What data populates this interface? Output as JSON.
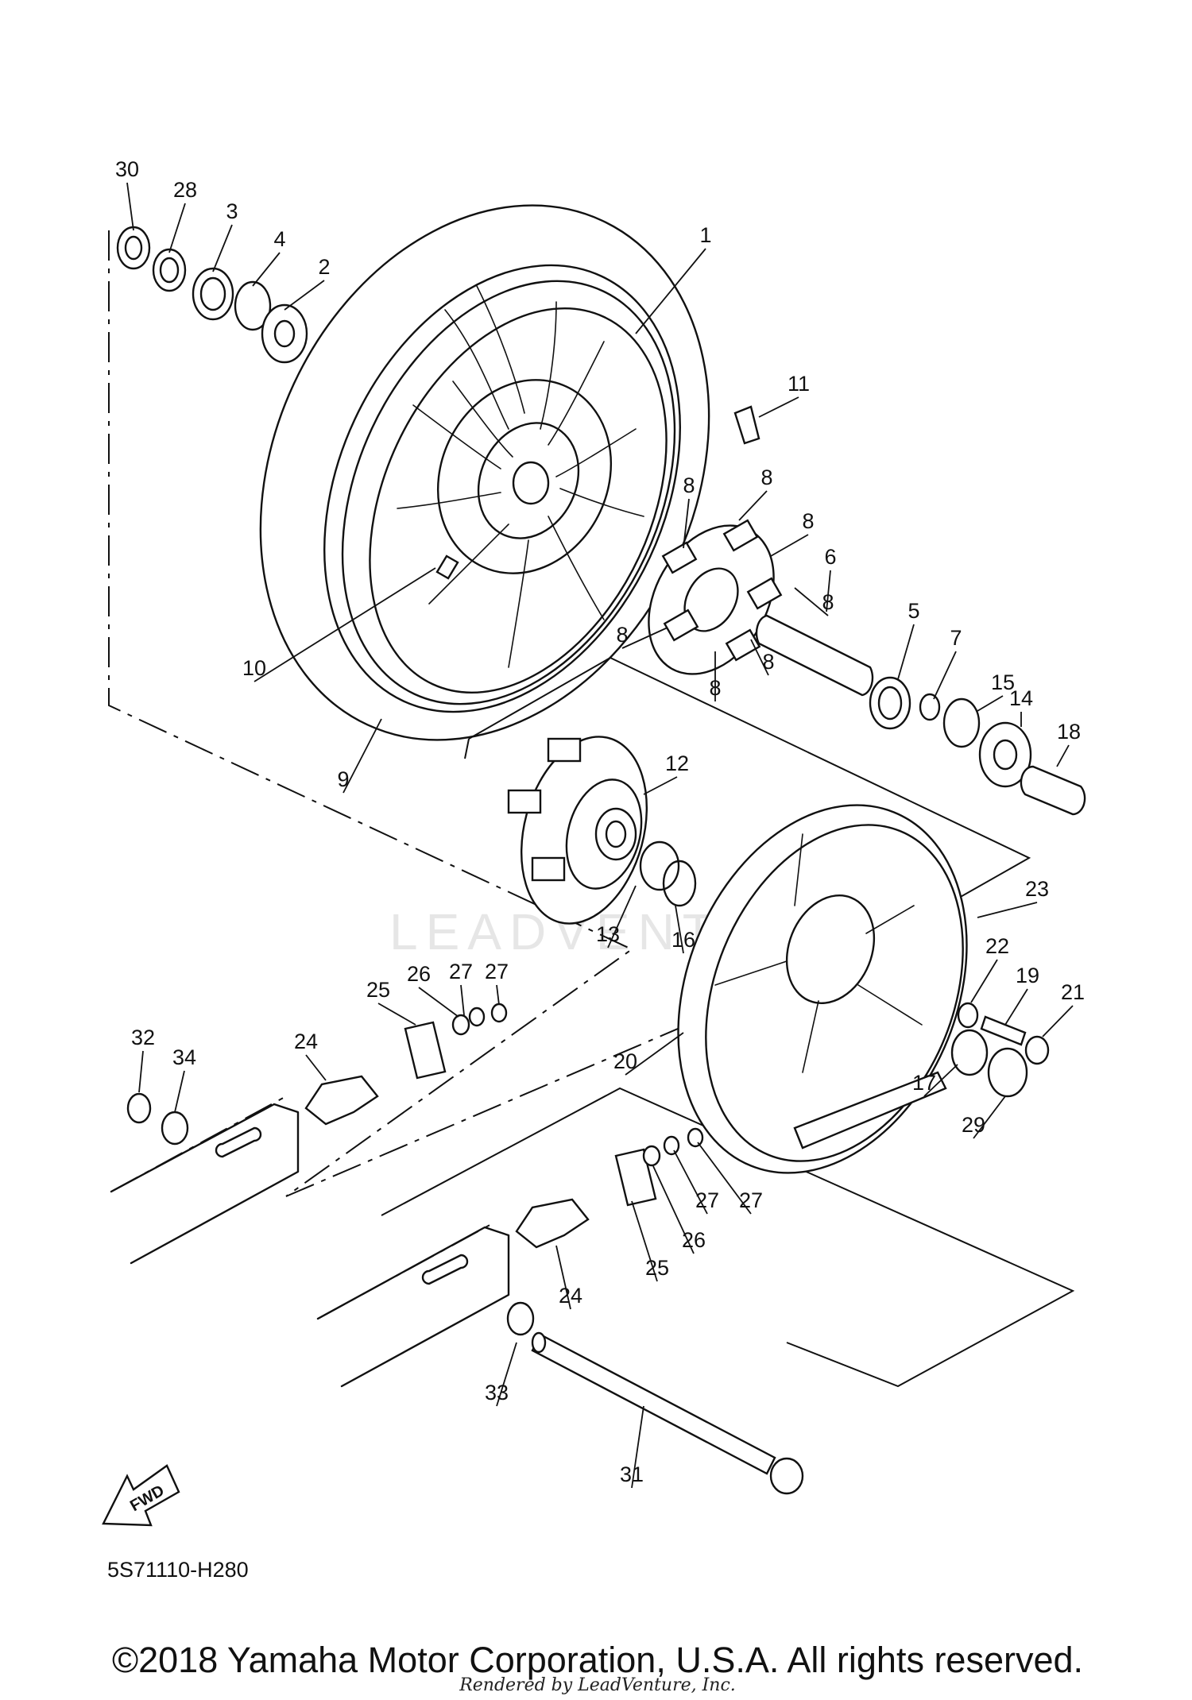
{
  "diagram": {
    "code": "5S71110-H280",
    "copyright": "©2018 Yamaha Motor Corporation, U.S.A. All rights reserved.",
    "rendered_by": "Rendered by LeadVenture, Inc.",
    "watermark": "LEADVENTURE",
    "fwd_label": "FWD",
    "part_labels": [
      "30",
      "28",
      "3",
      "4",
      "2",
      "1",
      "11",
      "8",
      "8",
      "8",
      "8",
      "8",
      "8",
      "8",
      "6",
      "5",
      "7",
      "15",
      "14",
      "18",
      "10",
      "9",
      "12",
      "23",
      "13",
      "16",
      "22",
      "19",
      "21",
      "20",
      "17",
      "29",
      "27",
      "27",
      "26",
      "25",
      "24",
      "32",
      "34",
      "27",
      "27",
      "26",
      "25",
      "24",
      "33",
      "31"
    ]
  }
}
